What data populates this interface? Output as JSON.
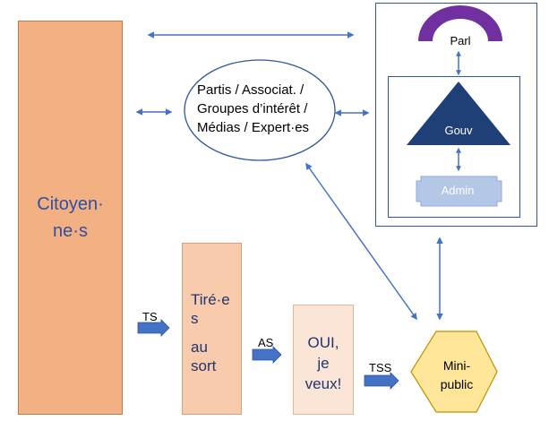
{
  "nodes": {
    "citoyens": {
      "line1": "Citoyen·",
      "line2": "ne·s"
    },
    "tires": {
      "line1": "Tiré·e",
      "line2": "s",
      "line3": "au",
      "line4": "sort"
    },
    "oui": {
      "line1": "OUI,",
      "line2": "je",
      "line3": "veux!"
    },
    "partis": {
      "line1": "Partis / Associat. /",
      "line2": "Groupes d’intérêt /",
      "line3": "Médias / Expert·es"
    },
    "parl": "Parl",
    "gouv": "Gouv",
    "admin": "Admin",
    "mini_public": {
      "line1": "Mini-",
      "line2": "public"
    }
  },
  "edges": {
    "ts": "TS",
    "as": "AS",
    "tss": "TSS"
  },
  "colors": {
    "citoyens": "#f3b083",
    "tires": "#f8cbad",
    "oui": "#fbe5d6",
    "parl": "#7030a0",
    "gouv": "#1f3f77",
    "admin": "#b4c7e7",
    "mini_public": "#ffe699",
    "arrow": "#4472c4"
  }
}
